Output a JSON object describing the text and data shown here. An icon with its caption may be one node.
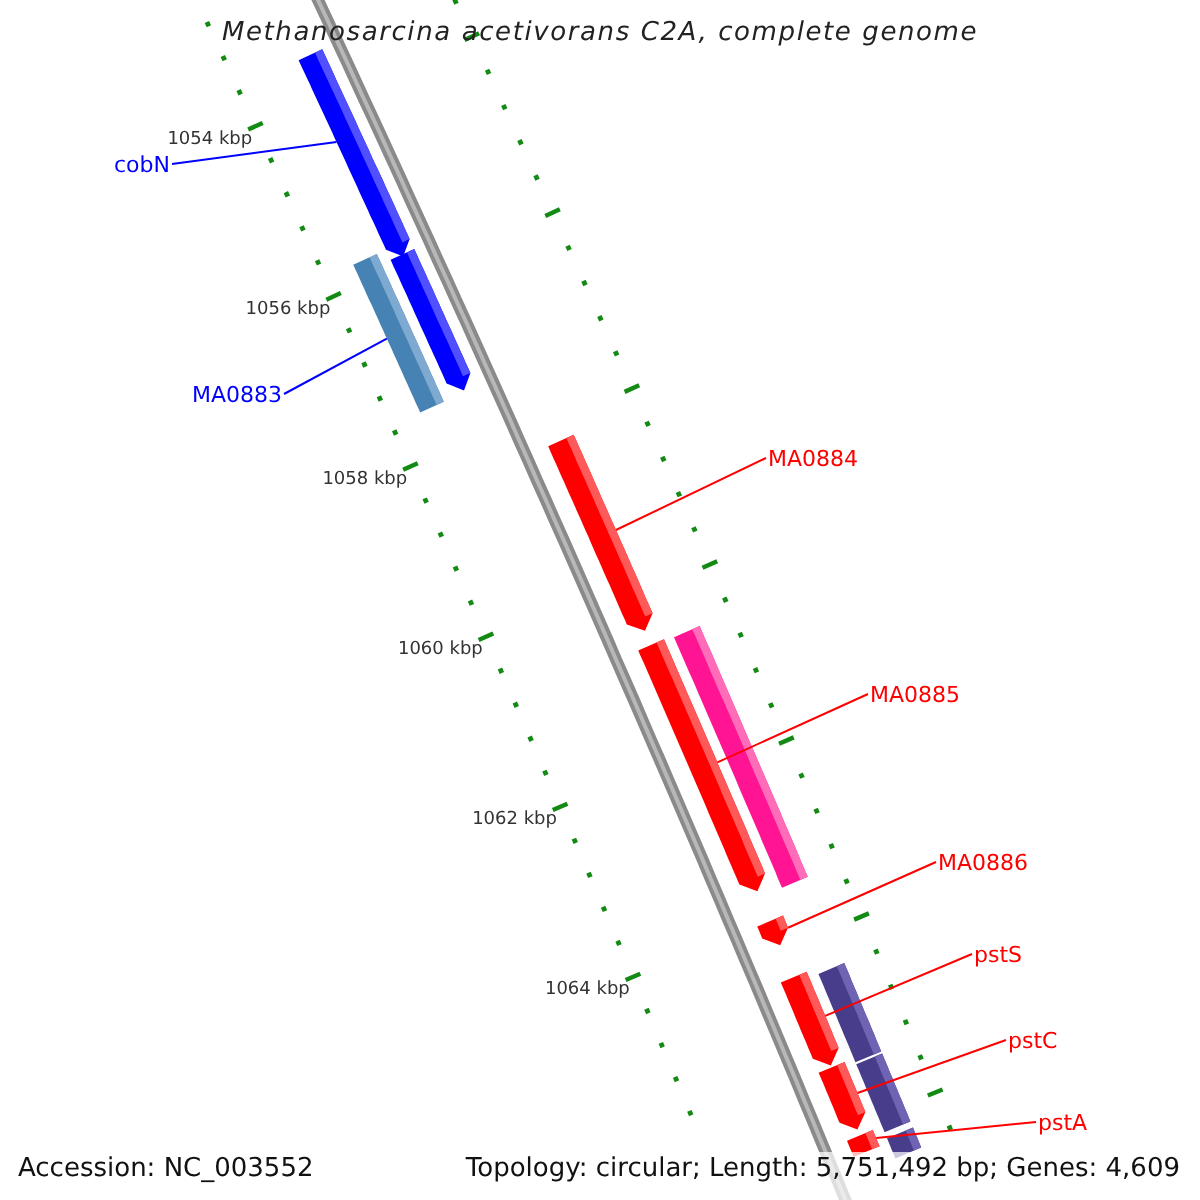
{
  "diagram": {
    "title": "Methanosarcina acetivorans C2A, complete genome",
    "nodes": [
      {
        "text": [
          "cobN"
        ]
      },
      {
        "text": [
          "MA0883"
        ]
      },
      {
        "text": [
          "MA0884"
        ]
      },
      {
        "text": [
          "MA0885"
        ]
      },
      {
        "text": [
          "MA0886"
        ]
      },
      {
        "text": [
          "pstS"
        ]
      },
      {
        "text": [
          "pstC"
        ]
      },
      {
        "text": [
          "pstA"
        ]
      },
      {
        "text": [],
        "shape": "bar"
      },
      {
        "text": [],
        "shape": "bar"
      },
      {
        "text": [],
        "shape": "bar"
      },
      {
        "text": [],
        "shape": "bar"
      },
      {
        "text": [],
        "shape": "bar"
      },
      {
        "text": [],
        "shape": "bar"
      },
      {
        "text": [],
        "shape": "bar"
      },
      {
        "text": [],
        "shape": "bar"
      },
      {
        "text": [],
        "shape": "bar"
      },
      {
        "text": [],
        "shape": "bar"
      },
      {
        "text": [],
        "shape": "bar"
      },
      {
        "text": [],
        "shape": "bar"
      },
      {
        "text": [],
        "shape": "bar"
      }
    ],
    "edges": [
      {
        "from": 0,
        "to": 8,
        "arrow": "none",
        "color": "#0000ff"
      },
      {
        "from": 1,
        "to": 9,
        "arrow": "none",
        "color": "#0000ff"
      },
      {
        "from": 2,
        "to": 11,
        "arrow": "none"
      },
      {
        "from": 3,
        "to": 13,
        "arrow": "none"
      },
      {
        "from": 4,
        "to": 14,
        "arrow": "none"
      },
      {
        "from": 5,
        "to": 16,
        "arrow": "none"
      },
      {
        "from": 6,
        "to": 18,
        "arrow": "none"
      },
      {
        "from": 7,
        "to": 20,
        "arrow": "none"
      }
    ],
    "labels": [
      "1054 kbp",
      "1056 kbp",
      "1058 kbp",
      "1060 kbp",
      "1062 kbp",
      "1064 kbp",
      "Accession: NC_003552",
      "Topology: circular; Length: 5,751,492 bp; Genes: 4,609"
    ]
  }
}
